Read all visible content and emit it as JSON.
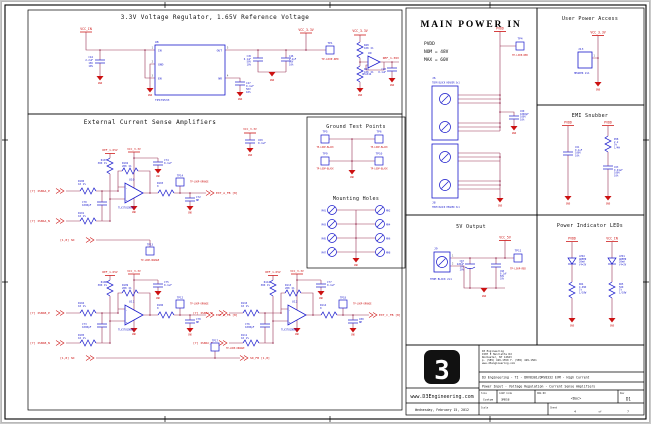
{
  "colors": {
    "wire": "#993355",
    "symbol": "#1a1acc",
    "net_label": "#cc1111",
    "frame": "#000000",
    "paper": "#ffffff"
  },
  "titles": {
    "reg": "3.3V Voltage Regulator, 1.65V Reference Voltage",
    "cs": "External Current Sense Amplifiers",
    "gtp": "Ground Test Points",
    "mh": "Mounting Holes",
    "mpi": "MAIN POWER IN",
    "upa": "User Power Access",
    "emi": "EMI Snubber",
    "leds": "Power Indicator LEDs",
    "v5": "5V Output"
  },
  "common": {
    "gnd": "GND",
    "ref": "REF_1.65V",
    "vcc33": "VCC_3.3V",
    "pvdd": "PVDD",
    "tp_red": "TP-LOOP-RED",
    "tp_black": "TP-LOOP-BLACK",
    "tp_orange": "TP-LOOP-ORANGE",
    "pin1": "1",
    "pin2": "2",
    "plus": "+",
    "minus": "-"
  },
  "reg": {
    "vcc_in": "VCC_IN",
    "c44": "C44\n2.2uF\n16V\n10%",
    "u8": "U8",
    "part": "TPS79533",
    "pin_in": "IN",
    "pin_gnd": "GND",
    "pin_en": "EN",
    "pin_out": "OUT",
    "pin_nr": "NR",
    "n1": "1",
    "n2": "2",
    "n3": "3",
    "n4": "4",
    "n5": "5",
    "c47": "C47\n0.1uF\n50V\n10%",
    "c45": "C45\n0.1uF\n50V\n10%",
    "c46": "C46\n2.2uF\n16V\n10%",
    "tp1": "TP1",
    "r48": "R48\n10K 1%",
    "r49": "R49\n10K 1%",
    "u9": "U9",
    "u9part": "OPA344",
    "c48": "C48\n0.1uF"
  },
  "cs": {
    "sd1": "[1,8] SD",
    "sd2": "[1,8] SD",
    "sd_fb": "SD_FB [1,8]",
    "tp13": "TP13",
    "tp17": "TP17",
    "c69": "C69\n0.1uF",
    "stages": [
      {
        "p": "[7] ISNSA_P",
        "n": "[7] ISNSA_N",
        "rp": "R100\n10 1%",
        "rn": "R101\n10 1%",
        "cin": "C70\n1000pF",
        "rfb": "R102\n20K 1%",
        "rref": "R107\n30K 1%",
        "u": "U10",
        "part": "TLV2781DBVR",
        "cbyp": "C74\n0.1uF",
        "rout": "R103\n0",
        "cout": "C72\nNP",
        "tp": "TP14",
        "out": "EXT_A_FB [8]"
      },
      {
        "p": "[7] ISNSB_P",
        "n": "[7] ISNSB_N",
        "rp": "R104\n10 1%",
        "rn": "R105\n10 1%",
        "cin": "C73\n1000pF",
        "rfb": "R109\n20K 1%",
        "rref": "R108\n30K 1%",
        "u": "U11",
        "part": "TLV2781DBVR",
        "cbyp": "C75\n0.1uF",
        "rout": "R106\n0",
        "cout": "C78\nNP",
        "tp": "TP12",
        "out": "EXT_B_FB [8]"
      },
      {
        "p": "[7] ISNSC_P",
        "n": "[7] ISNSC_N",
        "rp": "R110\n10 1%",
        "rn": "R111\n10 1%",
        "cin": "C76\n1000pF",
        "rfb": "R113\n20K 1%",
        "rref": "R112\n30K 1%",
        "u": "U12",
        "part": "TLV2781DBVR",
        "cbyp": "C77\n0.1uF",
        "rout": "R114\n0",
        "cout": "C80\nNP",
        "tp": "TP18",
        "out": "EXT_C_FB [8]"
      }
    ]
  },
  "gtp": {
    "tp5": "TP5",
    "tp6": "TP6",
    "tp9": "TP9",
    "tp10": "TP10"
  },
  "mh": {
    "holes": [
      "MH1",
      "MH2",
      "MH3",
      "MH4",
      "MH5",
      "MH6",
      "MH7",
      "MH8"
    ]
  },
  "mpi": {
    "pvdd_note": "PVDD",
    "nom": "NOM = 48V",
    "max": "MAX = 60V",
    "j6": "J6",
    "j8": "J8",
    "term3": "TERM BLOCK HEADER 3x1",
    "tp4": "TP4",
    "c60": "C60\n1000pF\n100V\n10%"
  },
  "upa": {
    "j13": "J13",
    "part": "HEADER 2x1"
  },
  "emi": {
    "c61": "C61\n0.1uF\n100V\n10%",
    "r58": "R58\n2.2\n5%\n1/4W",
    "c63": "C63\n0.01uF\n100V\n10%"
  },
  "leds": {
    "led2": "LED2\nGREEN\n20mA\nVf=2V",
    "led1": "LED1\nGREEN\n20mA\nVf=2V",
    "r64": "R64\n4.99K\n1%\n1/10W",
    "r65": "R65\n560\n1%\n1/10W",
    "vcc_in": "VCC_IN"
  },
  "v5": {
    "j9": "J9",
    "part": "TERM BLOCK 2x1",
    "vcc5": "VCC_5V",
    "tp11": "TP11",
    "c67": "C67\n220uF\n10V\n20%",
    "c68": "C68\n0.1uF\n50V\n10%"
  },
  "tb": {
    "logo": "3",
    "www": "www.D3Engineering.com",
    "date": "Wednesday, February 15, 2012",
    "address": "D3 Engineering\n1587 E Henrietta Rd\nRochester, NY 14623\np. (585) 429-1550   f. (585) 429-1561\nwww.d3engineering.com",
    "product": "D3 Engineering - TI - DRV8301/DRV8332 EVM - High Current",
    "sheet_title": "Power Input - Voltage Regulation - Current Sense Amplifiers",
    "size_label": "Size",
    "size": "Custom",
    "cage_label": "CAGE Code",
    "cage": "3MD58",
    "dwg_label": "DWG NO",
    "dwg": "<Doc>",
    "rev_label": "Rev",
    "rev": "D1",
    "scale_label": "Scale",
    "sheet_label": "Sheet",
    "sheet_num": "4",
    "of": "of",
    "sheet_total": "7"
  }
}
